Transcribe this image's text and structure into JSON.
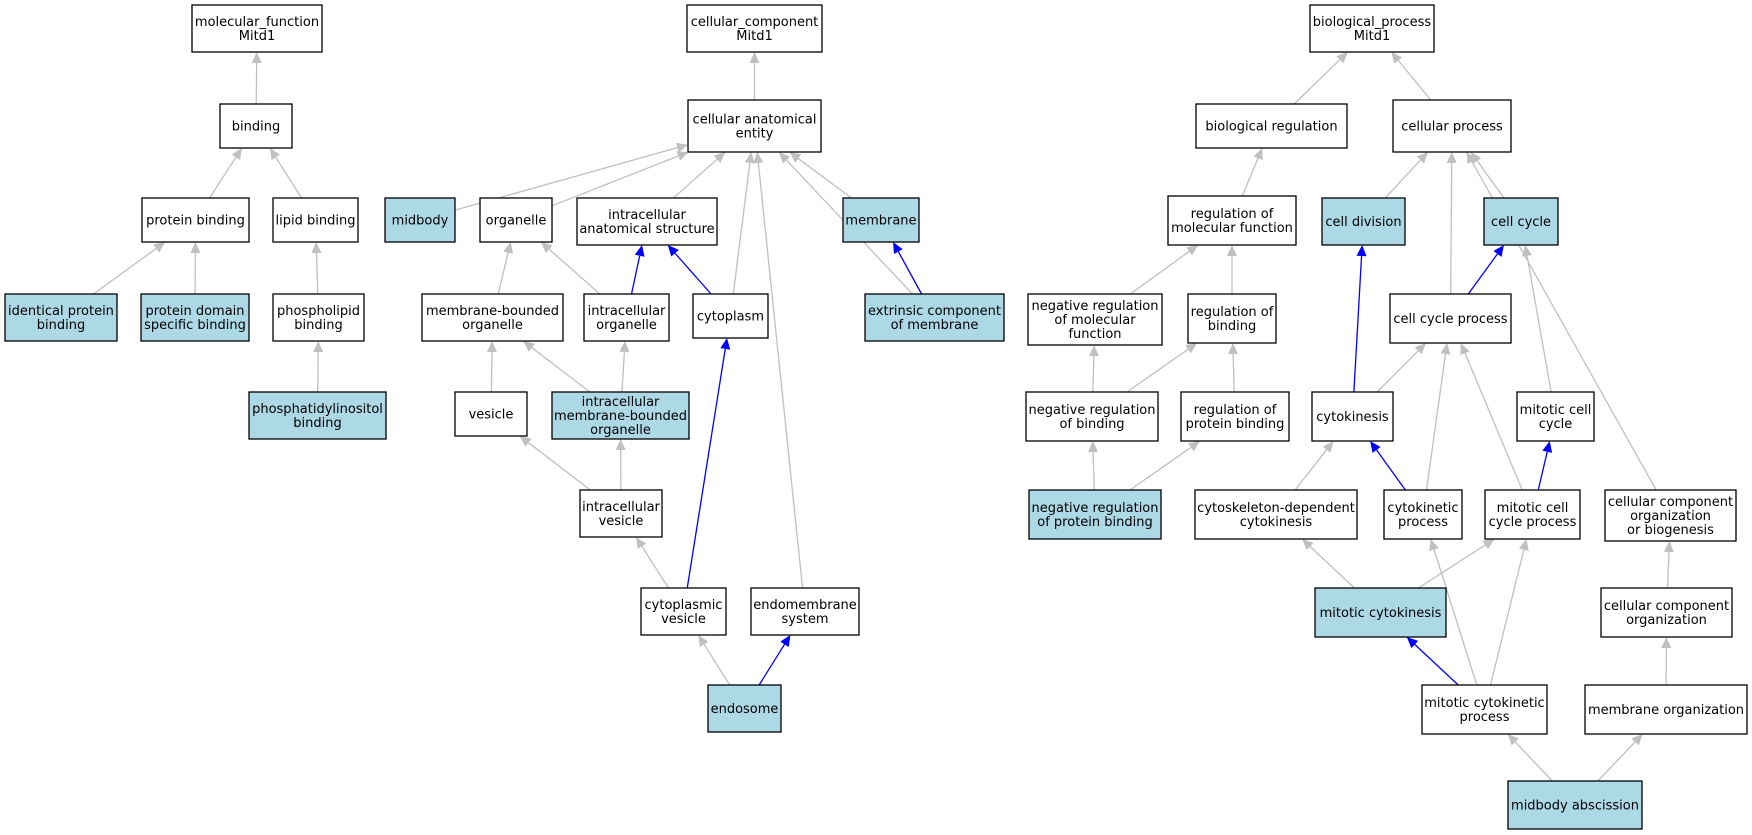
{
  "colors": {
    "plain_fill": "#ffffff",
    "highlight_fill": "#add8e6",
    "edge_grey": "#c0c0c0",
    "edge_blue": "#0000ff"
  },
  "nodes": [
    {
      "id": "mf",
      "lines": [
        "molecular_function",
        "Mitd1"
      ],
      "hl": false
    },
    {
      "id": "binding",
      "lines": [
        "binding"
      ],
      "hl": false
    },
    {
      "id": "protbind",
      "lines": [
        "protein binding"
      ],
      "hl": false
    },
    {
      "id": "lipbind",
      "lines": [
        "lipid binding"
      ],
      "hl": false
    },
    {
      "id": "identprot",
      "lines": [
        "identical protein",
        "binding"
      ],
      "hl": true
    },
    {
      "id": "protdom",
      "lines": [
        "protein domain",
        "specific binding"
      ],
      "hl": true
    },
    {
      "id": "phospholipid",
      "lines": [
        "phospholipid",
        "binding"
      ],
      "hl": false
    },
    {
      "id": "phosphatidyl",
      "lines": [
        "phosphatidylinositol",
        "binding"
      ],
      "hl": true
    },
    {
      "id": "cc",
      "lines": [
        "cellular_component",
        "Mitd1"
      ],
      "hl": false
    },
    {
      "id": "anat",
      "lines": [
        "cellular anatomical",
        "entity"
      ],
      "hl": false
    },
    {
      "id": "midbody",
      "lines": [
        "midbody"
      ],
      "hl": true
    },
    {
      "id": "organelle",
      "lines": [
        "organelle"
      ],
      "hl": false
    },
    {
      "id": "intraanat",
      "lines": [
        "intracellular",
        "anatomical structure"
      ],
      "hl": false
    },
    {
      "id": "membrane",
      "lines": [
        "membrane"
      ],
      "hl": true
    },
    {
      "id": "membbound",
      "lines": [
        "membrane-bounded",
        "organelle"
      ],
      "hl": false
    },
    {
      "id": "intraorg",
      "lines": [
        "intracellular",
        "organelle"
      ],
      "hl": false
    },
    {
      "id": "cytoplasm",
      "lines": [
        "cytoplasm"
      ],
      "hl": false
    },
    {
      "id": "extrinsic",
      "lines": [
        "extrinsic component",
        "of membrane"
      ],
      "hl": true
    },
    {
      "id": "vesicle",
      "lines": [
        "vesicle"
      ],
      "hl": false
    },
    {
      "id": "intramembbound",
      "lines": [
        "intracellular",
        "membrane-bounded",
        "organelle"
      ],
      "hl": true
    },
    {
      "id": "intravesicle",
      "lines": [
        "intracellular",
        "vesicle"
      ],
      "hl": false
    },
    {
      "id": "cytovesicle",
      "lines": [
        "cytoplasmic",
        "vesicle"
      ],
      "hl": false
    },
    {
      "id": "endomemb",
      "lines": [
        "endomembrane",
        "system"
      ],
      "hl": false
    },
    {
      "id": "endosome",
      "lines": [
        "endosome"
      ],
      "hl": true
    },
    {
      "id": "bp",
      "lines": [
        "biological_process",
        "Mitd1"
      ],
      "hl": false
    },
    {
      "id": "bioreg",
      "lines": [
        "biological regulation"
      ],
      "hl": false
    },
    {
      "id": "cellproc",
      "lines": [
        "cellular process"
      ],
      "hl": false
    },
    {
      "id": "regmolfunc",
      "lines": [
        "regulation of",
        "molecular function"
      ],
      "hl": false
    },
    {
      "id": "celldiv",
      "lines": [
        "cell division"
      ],
      "hl": true
    },
    {
      "id": "cellcycle",
      "lines": [
        "cell cycle"
      ],
      "hl": true
    },
    {
      "id": "negregmol",
      "lines": [
        "negative regulation",
        "of molecular",
        "function"
      ],
      "hl": false
    },
    {
      "id": "regbind",
      "lines": [
        "regulation of",
        "binding"
      ],
      "hl": false
    },
    {
      "id": "ccproc",
      "lines": [
        "cell cycle process"
      ],
      "hl": false
    },
    {
      "id": "negregbind",
      "lines": [
        "negative regulation",
        "of binding"
      ],
      "hl": false
    },
    {
      "id": "regprotbind",
      "lines": [
        "regulation of",
        "protein binding"
      ],
      "hl": false
    },
    {
      "id": "cytokinesis",
      "lines": [
        "cytokinesis"
      ],
      "hl": false
    },
    {
      "id": "mitcc",
      "lines": [
        "mitotic cell",
        "cycle"
      ],
      "hl": false
    },
    {
      "id": "negregprot",
      "lines": [
        "negative regulation",
        "of protein binding"
      ],
      "hl": true
    },
    {
      "id": "cytoskel",
      "lines": [
        "cytoskeleton-dependent",
        "cytokinesis"
      ],
      "hl": false
    },
    {
      "id": "cytokproc",
      "lines": [
        "cytokinetic",
        "process"
      ],
      "hl": false
    },
    {
      "id": "mitccproc",
      "lines": [
        "mitotic cell",
        "cycle process"
      ],
      "hl": false
    },
    {
      "id": "ccorgbio",
      "lines": [
        "cellular component",
        "organization",
        "or biogenesis"
      ],
      "hl": false
    },
    {
      "id": "mitcytok",
      "lines": [
        "mitotic cytokinesis"
      ],
      "hl": true
    },
    {
      "id": "ccorg",
      "lines": [
        "cellular component",
        "organization"
      ],
      "hl": false
    },
    {
      "id": "mitcytokproc",
      "lines": [
        "mitotic cytokinetic",
        "process"
      ],
      "hl": false
    },
    {
      "id": "memborg",
      "lines": [
        "membrane organization"
      ],
      "hl": false
    },
    {
      "id": "midabs",
      "lines": [
        "midbody abscission"
      ],
      "hl": true
    }
  ],
  "edges": [
    {
      "from": "binding",
      "to": "mf",
      "blue": false
    },
    {
      "from": "protbind",
      "to": "binding",
      "blue": false
    },
    {
      "from": "lipbind",
      "to": "binding",
      "blue": false
    },
    {
      "from": "identprot",
      "to": "protbind",
      "blue": false
    },
    {
      "from": "protdom",
      "to": "protbind",
      "blue": false
    },
    {
      "from": "phospholipid",
      "to": "lipbind",
      "blue": false
    },
    {
      "from": "phosphatidyl",
      "to": "phospholipid",
      "blue": false
    },
    {
      "from": "anat",
      "to": "cc",
      "blue": false
    },
    {
      "from": "midbody",
      "to": "anat",
      "blue": false
    },
    {
      "from": "organelle",
      "to": "anat",
      "blue": false
    },
    {
      "from": "intraanat",
      "to": "anat",
      "blue": false
    },
    {
      "from": "membrane",
      "to": "anat",
      "blue": false
    },
    {
      "from": "cytoplasm",
      "to": "anat",
      "blue": false
    },
    {
      "from": "endomemb",
      "to": "anat",
      "blue": false
    },
    {
      "from": "extrinsic",
      "to": "anat",
      "blue": false
    },
    {
      "from": "extrinsic",
      "to": "membrane",
      "blue": true
    },
    {
      "from": "membbound",
      "to": "organelle",
      "blue": false
    },
    {
      "from": "intraorg",
      "to": "organelle",
      "blue": false
    },
    {
      "from": "intraorg",
      "to": "intraanat",
      "blue": true
    },
    {
      "from": "cytoplasm",
      "to": "intraanat",
      "blue": true
    },
    {
      "from": "vesicle",
      "to": "membbound",
      "blue": false
    },
    {
      "from": "intramembbound",
      "to": "membbound",
      "blue": false
    },
    {
      "from": "intramembbound",
      "to": "intraorg",
      "blue": false
    },
    {
      "from": "intravesicle",
      "to": "vesicle",
      "blue": false
    },
    {
      "from": "intravesicle",
      "to": "intramembbound",
      "blue": false
    },
    {
      "from": "cytovesicle",
      "to": "intravesicle",
      "blue": false
    },
    {
      "from": "cytovesicle",
      "to": "cytoplasm",
      "blue": true
    },
    {
      "from": "endosome",
      "to": "cytovesicle",
      "blue": false
    },
    {
      "from": "endosome",
      "to": "endomemb",
      "blue": true
    },
    {
      "from": "bioreg",
      "to": "bp",
      "blue": false
    },
    {
      "from": "cellproc",
      "to": "bp",
      "blue": false
    },
    {
      "from": "regmolfunc",
      "to": "bioreg",
      "blue": false
    },
    {
      "from": "celldiv",
      "to": "cellproc",
      "blue": false
    },
    {
      "from": "cellcycle",
      "to": "cellproc",
      "blue": false
    },
    {
      "from": "ccproc",
      "to": "cellproc",
      "blue": false
    },
    {
      "from": "ccorgbio",
      "to": "cellproc",
      "blue": false
    },
    {
      "from": "negregmol",
      "to": "regmolfunc",
      "blue": false
    },
    {
      "from": "regbind",
      "to": "regmolfunc",
      "blue": false
    },
    {
      "from": "negregbind",
      "to": "negregmol",
      "blue": false
    },
    {
      "from": "negregbind",
      "to": "regbind",
      "blue": false
    },
    {
      "from": "regprotbind",
      "to": "regbind",
      "blue": false
    },
    {
      "from": "negregprot",
      "to": "negregbind",
      "blue": false
    },
    {
      "from": "negregprot",
      "to": "regprotbind",
      "blue": false
    },
    {
      "from": "ccproc",
      "to": "cellcycle",
      "blue": true
    },
    {
      "from": "mitcc",
      "to": "cellcycle",
      "blue": false
    },
    {
      "from": "cytokinesis",
      "to": "celldiv",
      "blue": true
    },
    {
      "from": "cytokinesis",
      "to": "ccproc",
      "blue": false
    },
    {
      "from": "cytokproc",
      "to": "ccproc",
      "blue": false
    },
    {
      "from": "mitccproc",
      "to": "ccproc",
      "blue": false
    },
    {
      "from": "mitccproc",
      "to": "mitcc",
      "blue": true
    },
    {
      "from": "cytoskel",
      "to": "cytokinesis",
      "blue": false
    },
    {
      "from": "cytokproc",
      "to": "cytokinesis",
      "blue": true
    },
    {
      "from": "mitcytok",
      "to": "cytoskel",
      "blue": false
    },
    {
      "from": "mitcytok",
      "to": "mitccproc",
      "blue": false
    },
    {
      "from": "mitcytokproc",
      "to": "mitcytok",
      "blue": true
    },
    {
      "from": "mitcytokproc",
      "to": "cytokproc",
      "blue": false
    },
    {
      "from": "mitcytokproc",
      "to": "mitccproc",
      "blue": false
    },
    {
      "from": "ccorg",
      "to": "ccorgbio",
      "blue": false
    },
    {
      "from": "memborg",
      "to": "ccorg",
      "blue": false
    },
    {
      "from": "midabs",
      "to": "mitcytokproc",
      "blue": false
    },
    {
      "from": "midabs",
      "to": "memborg",
      "blue": false
    }
  ]
}
